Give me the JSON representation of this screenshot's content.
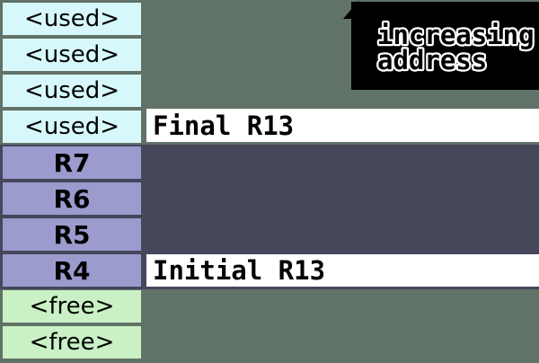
{
  "stack": {
    "cells": [
      {
        "label": "<used>",
        "type": "used"
      },
      {
        "label": "<used>",
        "type": "used"
      },
      {
        "label": "<used>",
        "type": "used"
      },
      {
        "label": "<used>",
        "type": "used"
      },
      {
        "label": "R7",
        "type": "register"
      },
      {
        "label": "R6",
        "type": "register"
      },
      {
        "label": "R5",
        "type": "register"
      },
      {
        "label": "R4",
        "type": "register"
      },
      {
        "label": "<free>",
        "type": "free"
      },
      {
        "label": "<free>",
        "type": "free"
      }
    ]
  },
  "annotations": {
    "final_sp_label": "Final R13",
    "initial_sp_label": "Initial R13",
    "arrow_line1": "increasing",
    "arrow_line2": "address"
  },
  "colors": {
    "background": "#617268",
    "frame_region": "#45475b",
    "used_cell": "#d7f8fb",
    "register_cell": "#9b9bce",
    "free_cell": "#c9f1c5",
    "pointer_band": "#ffffff",
    "arrow": "#000000",
    "text": "#000000"
  }
}
